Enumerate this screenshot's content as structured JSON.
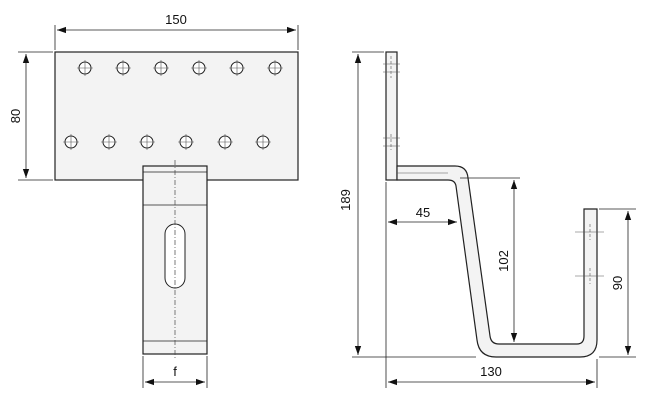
{
  "drawing": {
    "front_view": {
      "width_dim": "150",
      "height_dim": "80",
      "slot_width_dim": "f"
    },
    "side_view": {
      "total_height_dim": "189",
      "offset_dim": "45",
      "drop_dim": "102",
      "hook_height_dim": "90",
      "depth_dim": "130"
    }
  }
}
